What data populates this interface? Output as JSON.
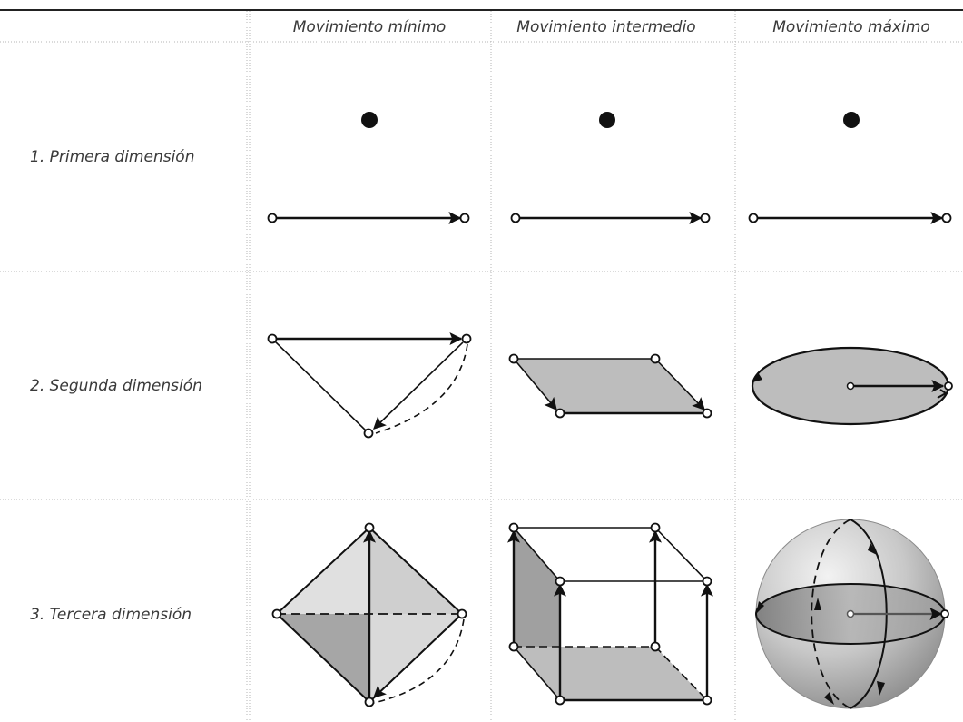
{
  "headers": {
    "col1": "Movimiento mínimo",
    "col2": "Movimiento intermedio",
    "col3": "Movimiento máximo"
  },
  "rows": {
    "row1": "1. Primera dimensión",
    "row2": "2. Segunda dimensión",
    "row3": "3. Tercera dimensión"
  },
  "colors": {
    "stroke": "#111111",
    "fill_gray": "#bdbdbd",
    "fill_light": "#dcdcdc",
    "fill_dark": "#9a9a9a",
    "grid": "#b5b5b5"
  }
}
